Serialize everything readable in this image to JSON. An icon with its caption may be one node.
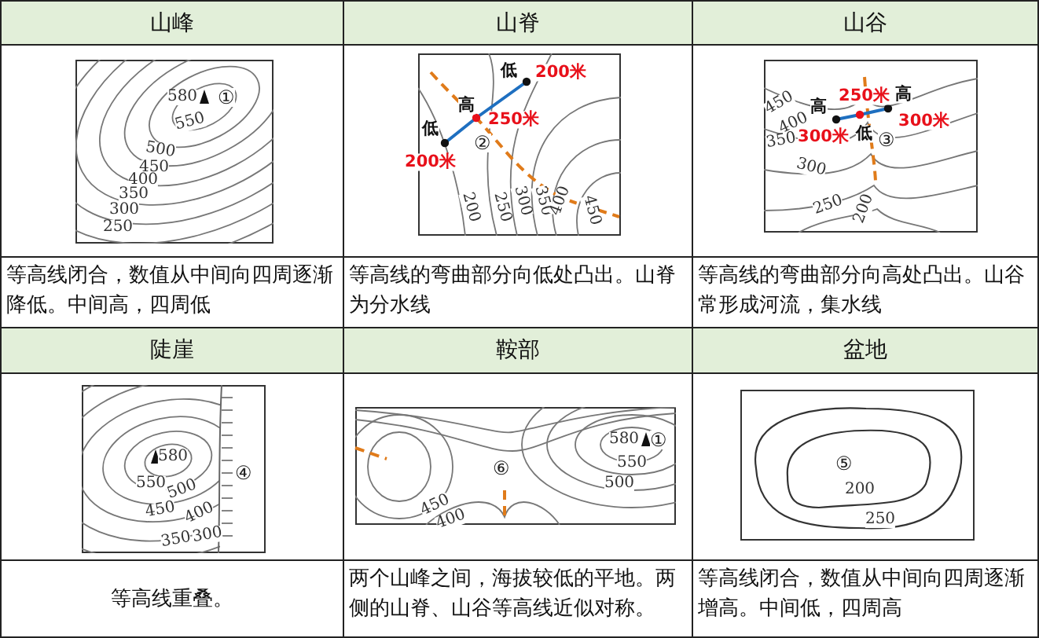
{
  "diagram": {
    "labels": [
      "山峰",
      "山脊",
      "山谷",
      "580",
      "①",
      "550",
      "500",
      "450",
      "400",
      "350",
      "300",
      "250",
      "低",
      "200米",
      "高",
      "250米",
      "低",
      "②",
      "200米",
      "200",
      "250",
      "300",
      "350",
      "400",
      "450",
      "450",
      "高",
      "250米",
      "高",
      "400",
      "300米",
      "350",
      "300米",
      "低",
      "③",
      "300",
      "250",
      "200",
      "等高线闭合，数值从中间向四周逐渐降低。中间高，四周低",
      "等高线的弯曲部分向低处凸出。山脊为分水线",
      "等高线的弯曲部分向高处凸出。山谷常形成河流，集水线",
      "陡崖",
      "鞍部",
      "盆地",
      "580",
      "④",
      "550",
      "500",
      "450",
      "400",
      "350",
      "300",
      "580",
      "①",
      "550",
      "⑥",
      "500",
      "450",
      "400",
      "⑤",
      "200",
      "250",
      "等高线重叠。",
      "两个山峰之间，海拔较低的平地。两侧的山脊、山谷等高线近似对称。",
      "等高线闭合，数值从中间向四周逐渐增高。中间低，四周高"
    ]
  }
}
